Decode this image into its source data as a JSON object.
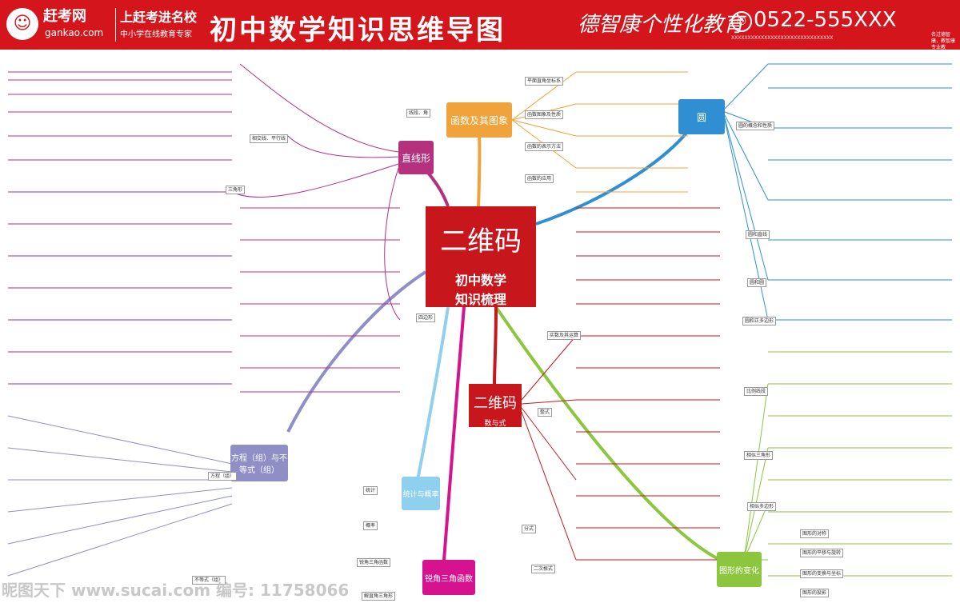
{
  "header": {
    "logo_text": "赶考网",
    "logo_url": "gankao.com",
    "slogan_main": "上赶考进名校",
    "slogan_sub": "中小学在线教育专家",
    "title": "初中数学知识思维导图",
    "calligraphy": "德智康个性化教育",
    "phone": "0522-555XXX",
    "phone_sub": "XXXXXXXXXXXXXXXXXXXXXXXXXXXXXXX",
    "corner_note": "名过德智康，教智康专业教"
  },
  "center": {
    "qr_label": "二维码",
    "line1": "初中数学",
    "line2": "知识梳理"
  },
  "mid_node": {
    "qr_label": "二维码",
    "caption": "数与式"
  },
  "branches": {
    "linear": "直线形",
    "function": "函数及其图象",
    "circle": "圆",
    "equation": "方程（组）与不等式（组）",
    "stats": "统计与概率",
    "trig": "锐角三角函数",
    "transform": "图形的变化"
  },
  "labels": {
    "segment": "线段、角",
    "parallel": "相交线、平行线",
    "triangle": "三角形",
    "quad": "四边形",
    "coord": "平面直角坐标系",
    "func_img": "函数图象及性质",
    "func_rep": "函数的表示方法",
    "func_app": "函数的应用",
    "circle_prop": "圆的概念和性质",
    "circle_line": "圆和直线",
    "circle_circle": "圆和圆",
    "circle_poly": "圆和正多边形",
    "real": "实数及其运算",
    "integral": "整式",
    "fraction": "分式",
    "radical": "二次根式",
    "eq_group": "方程（组）",
    "inequality": "不等式（组）",
    "statistics": "统计",
    "probability": "概率",
    "ratio": "比例线段",
    "similar": "相似三角形",
    "similar_poly": "相似多边形",
    "symmetry": "图形的对称",
    "translation": "图形的平移与旋转",
    "similar_trans": "图形的变换与坐标",
    "projection": "图形的投影",
    "acute_func": "锐角三角函数",
    "solve_tri": "解直角三角形"
  },
  "colors": {
    "header": "#d4161c",
    "linear": "#b5317e",
    "function": "#f0a33a",
    "circle": "#2f8fd2",
    "equation": "#8f8fc6",
    "stats": "#8fd0ee",
    "trig": "#d6128f",
    "transform": "#8cc63e",
    "real": "#c8161d"
  },
  "watermark": "昵图天下 www.sucai.com 编号: 11758066"
}
